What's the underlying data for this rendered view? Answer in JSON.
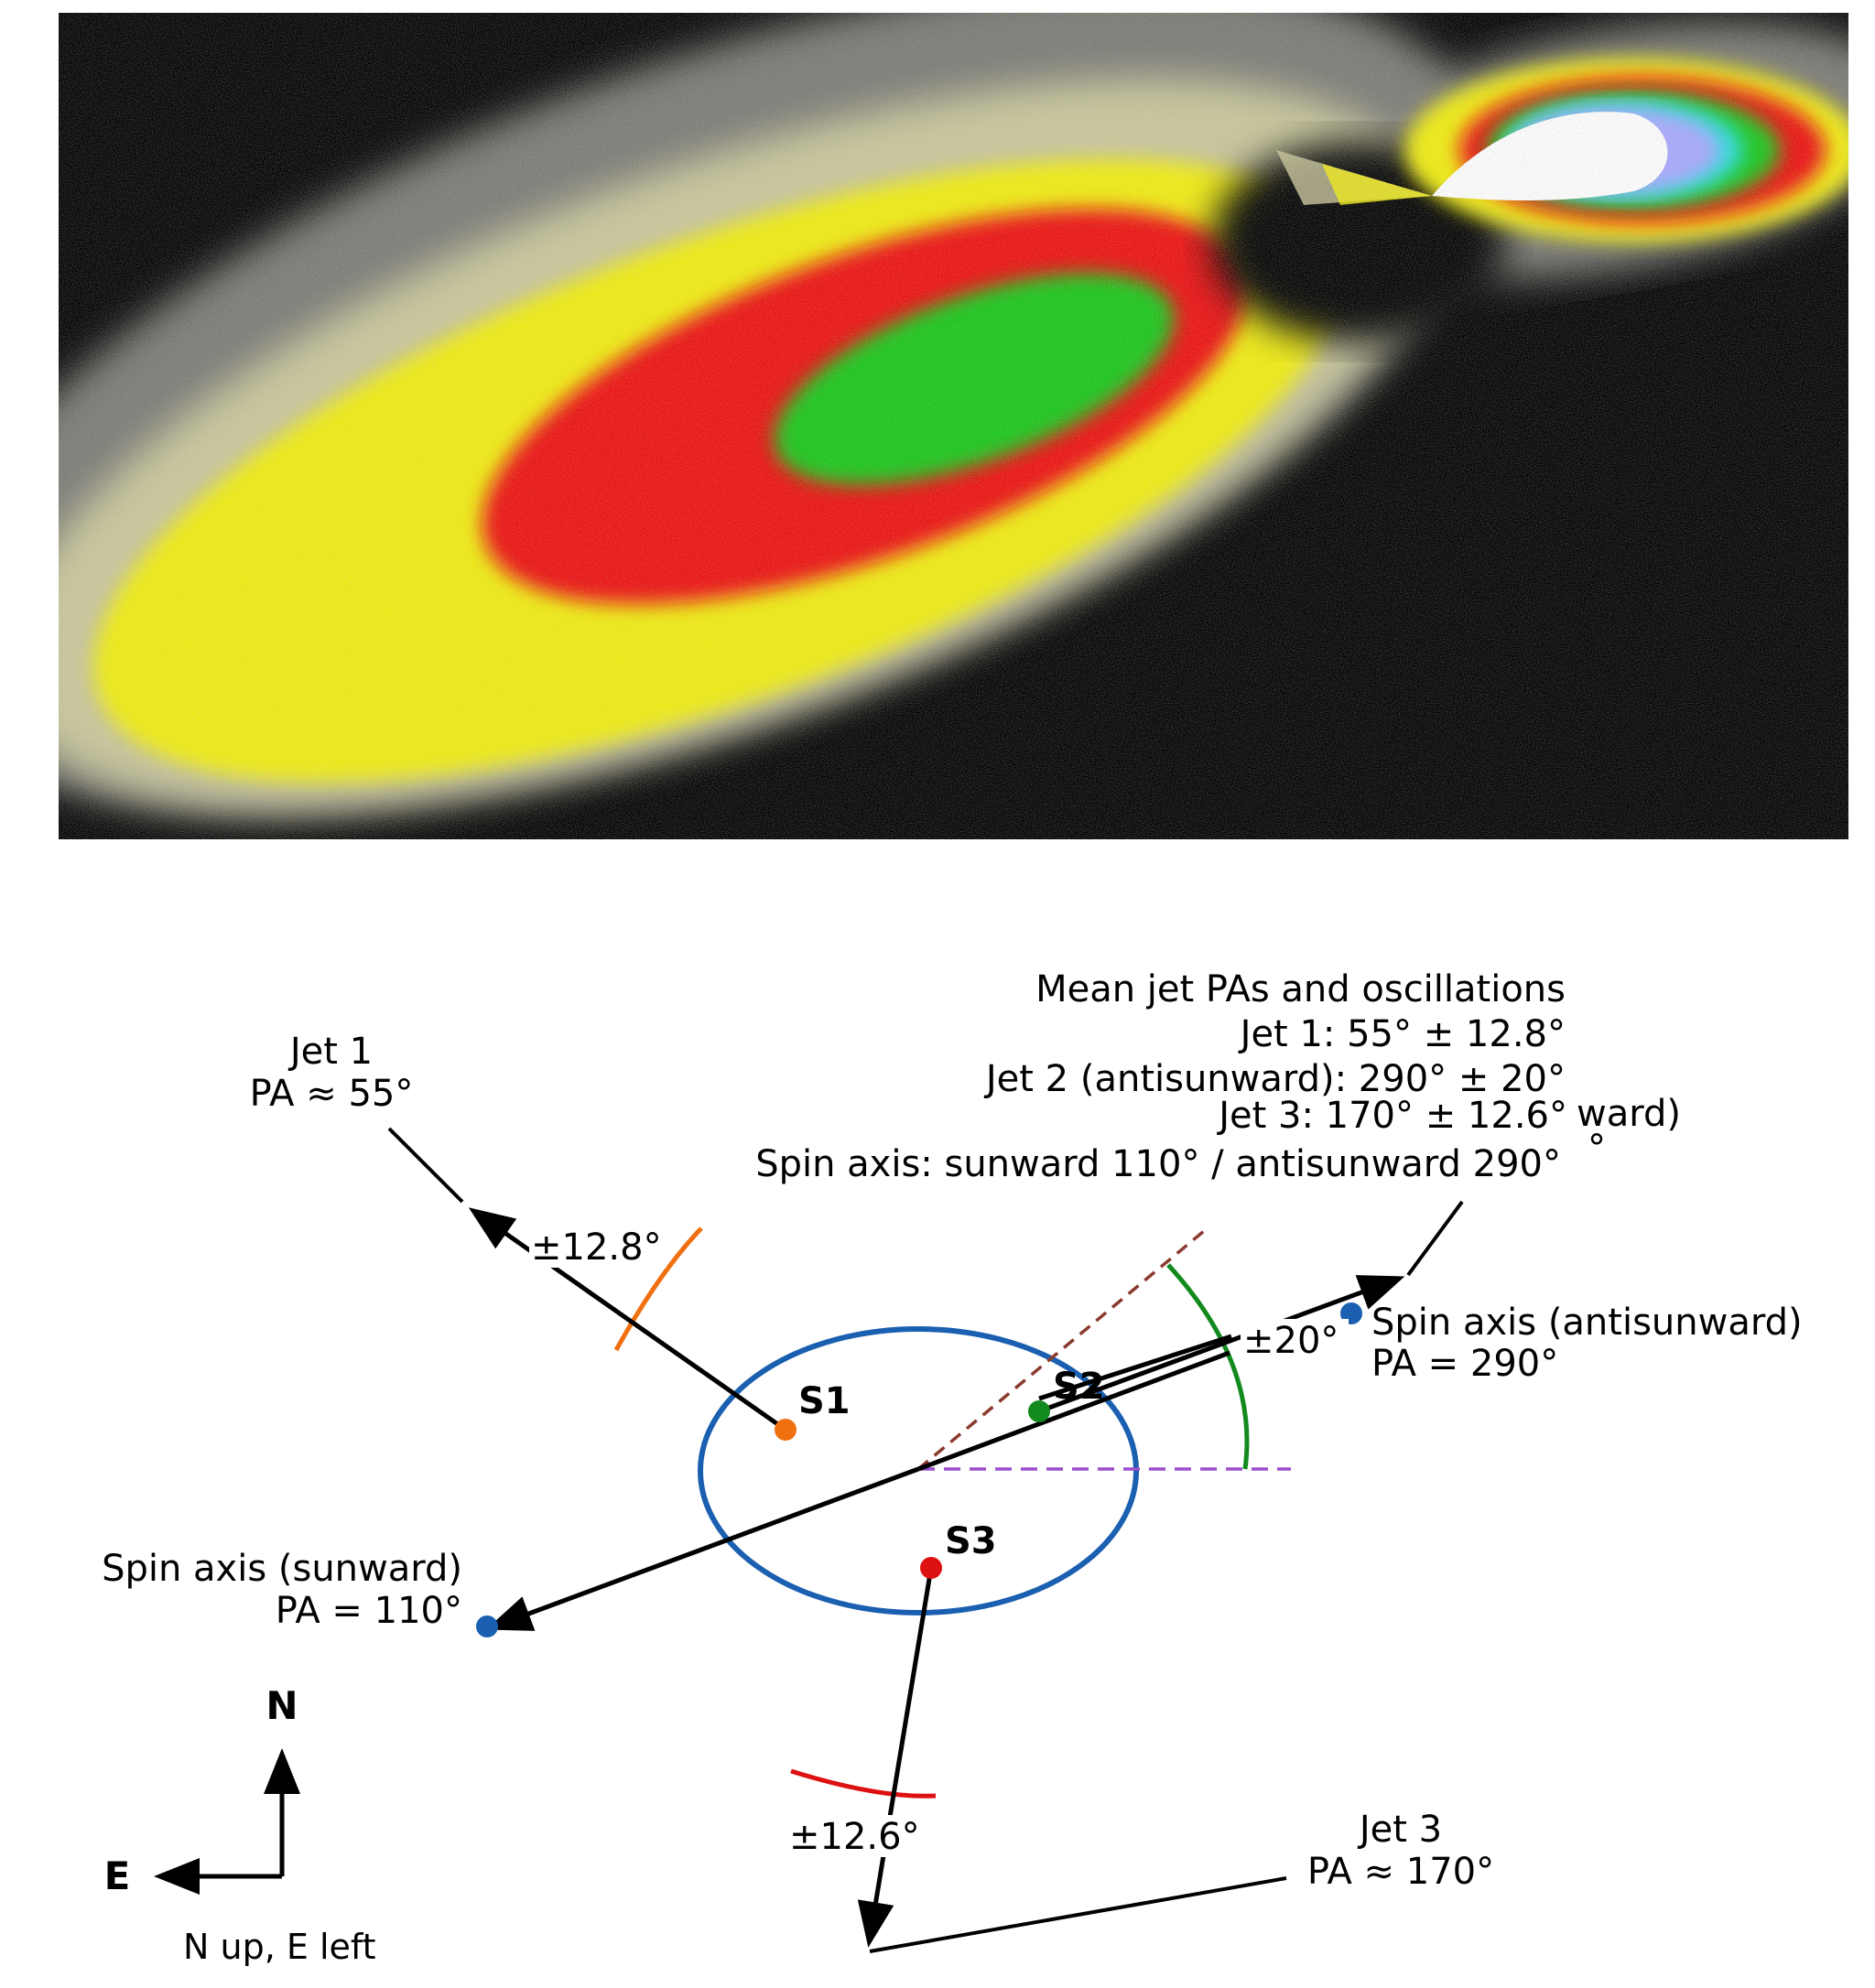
{
  "image_panel": {
    "description_colors": [
      "#000000",
      "#8a8a8a",
      "#c8c8a0",
      "#f0f000",
      "#ff0000",
      "#00d000",
      "#a0a0ff",
      "#00e0e0",
      "#ffffff"
    ]
  },
  "diagram": {
    "summary": {
      "title": "Mean jet PAs and oscillations",
      "line1": "Jet 1: 55° ± 12.8°",
      "line2": "Jet 2 (antisunward): 290° ± 20°",
      "line3": "Jet 3: 170° ± 12.6°",
      "line3_overlap": "ward)",
      "line4": "Spin axis: sunward 110° / antisunward 290°",
      "line4_trail": "°"
    },
    "jet1": {
      "name": "Jet 1",
      "pa": "PA ≈ 55°",
      "oscillation": "±12.8°",
      "source": "S1",
      "color": "#f07010"
    },
    "jet2": {
      "oscillation": "±20°",
      "source": "S2",
      "color": "#128a1e"
    },
    "jet3": {
      "name": "Jet 3",
      "pa": "PA ≈ 170°",
      "oscillation": "±12.6°",
      "source": "S3",
      "color": "#dd1111"
    },
    "spin_sunward": {
      "name": "Spin axis (sunward)",
      "pa": "PA = 110°",
      "color": "#1a5fb0"
    },
    "spin_antisunward": {
      "name": "Spin axis (antisunward)",
      "pa": "PA = 290°",
      "color": "#1a5fb0"
    },
    "nucleus_outline_color": "#1a5fb0",
    "compass": {
      "north": "N",
      "east": "E",
      "note": "N up, E left"
    }
  }
}
